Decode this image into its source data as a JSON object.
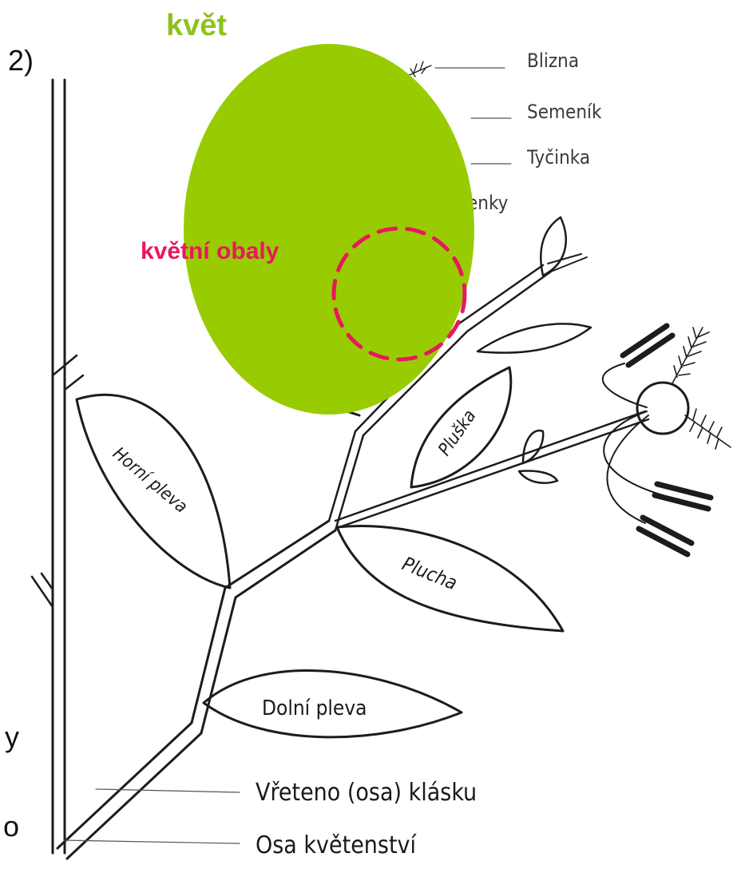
{
  "overlay": {
    "title": "květ",
    "title_color": "#8dc21f",
    "blob_color": "#99cc00",
    "perianth_label": "květní obaly",
    "perianth_color": "#e6195e"
  },
  "labels": {
    "stigma": "Blizna",
    "ovary": "Semeník",
    "stamen": "Tyčinka",
    "lodicules_partial": "enky",
    "upper_glume": "Horní pleva",
    "palea": "Pluška",
    "lemma": "Plucha",
    "lower_glume": "Dolní pleva",
    "rachilla": "Vřeteno (osa) klásku",
    "inflorescence_axis": "Osa květenství"
  },
  "edge_fragments": {
    "top_right_paren": "2)",
    "lower_left_y": "y",
    "lower_left_o": "o"
  }
}
